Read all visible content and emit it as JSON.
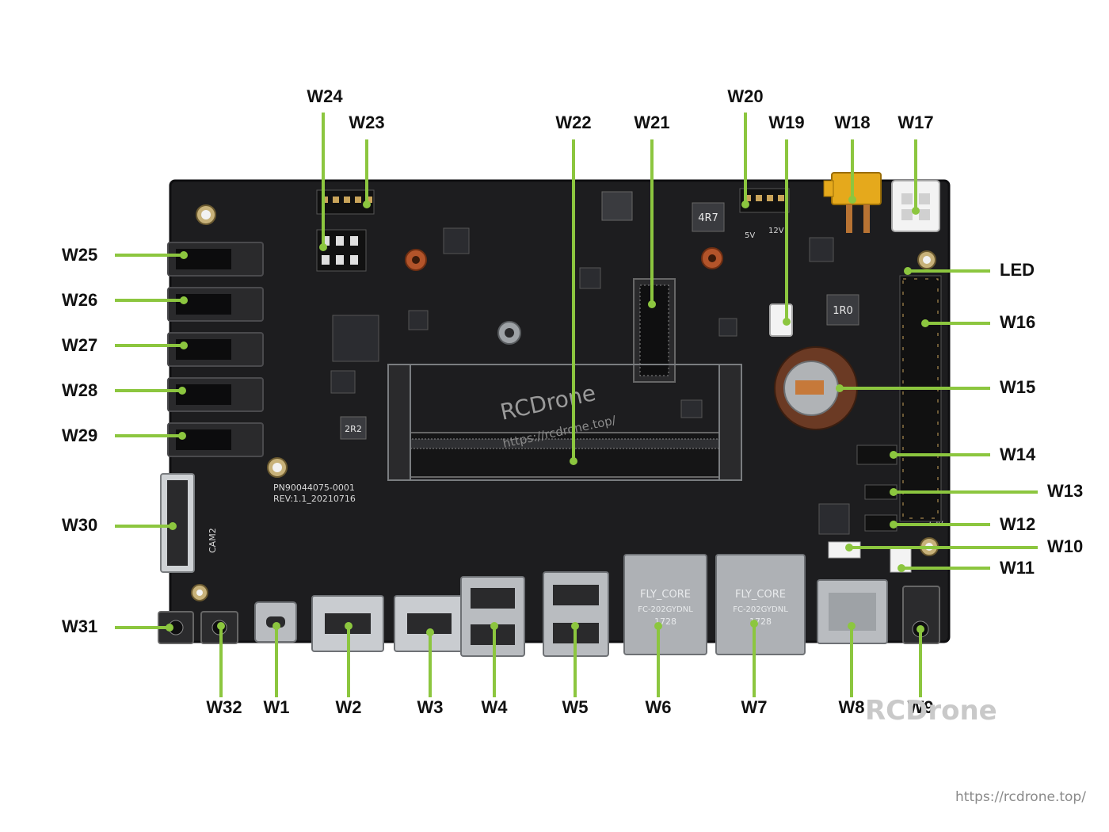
{
  "colors": {
    "leader": "#8cc63f",
    "board": "#1d1d1f",
    "board_edge": "#0e0e10",
    "connector": "#2a2a2c",
    "metal": "#b9bcc0",
    "text": "#111111"
  },
  "board_markings": {
    "part_number": "PN90044075-0001",
    "revision": "REV:1.1_20210716",
    "cam_label": "CAM2",
    "inductor_4r7": "4R7",
    "inductor_2r2": "2R2",
    "inductor_1r0": "1R0",
    "voltage_5v": "5V",
    "voltage_12v": "12V",
    "voltage_5v_header": "5V",
    "voltage_3v3": "3.3V",
    "rj45_brand_left": "FLY_CORE",
    "rj45_model_left": "FC-202GYDNL",
    "rj45_code_left": "1728",
    "rj45_brand_right": "FLY_CORE",
    "rj45_model_right": "FC-202GYDNL",
    "rj45_code_right": "1728",
    "silk_watermark": "RCDrone",
    "silk_watermark_url": "https://rcdrone.top/"
  },
  "watermark": "RCDrone",
  "footer_url": "https://rcdrone.top/",
  "callouts": [
    {
      "id": "W1",
      "label": "W1"
    },
    {
      "id": "W2",
      "label": "W2"
    },
    {
      "id": "W3",
      "label": "W3"
    },
    {
      "id": "W4",
      "label": "W4"
    },
    {
      "id": "W5",
      "label": "W5"
    },
    {
      "id": "W6",
      "label": "W6"
    },
    {
      "id": "W7",
      "label": "W7"
    },
    {
      "id": "W8",
      "label": "W8"
    },
    {
      "id": "W9",
      "label": "W9"
    },
    {
      "id": "W10",
      "label": "W10"
    },
    {
      "id": "W11",
      "label": "W11"
    },
    {
      "id": "W12",
      "label": "W12"
    },
    {
      "id": "W13",
      "label": "W13"
    },
    {
      "id": "W14",
      "label": "W14"
    },
    {
      "id": "W15",
      "label": "W15"
    },
    {
      "id": "W16",
      "label": "W16"
    },
    {
      "id": "LED",
      "label": "LED"
    },
    {
      "id": "W17",
      "label": "W17"
    },
    {
      "id": "W18",
      "label": "W18"
    },
    {
      "id": "W19",
      "label": "W19"
    },
    {
      "id": "W20",
      "label": "W20"
    },
    {
      "id": "W21",
      "label": "W21"
    },
    {
      "id": "W22",
      "label": "W22"
    },
    {
      "id": "W23",
      "label": "W23"
    },
    {
      "id": "W24",
      "label": "W24"
    },
    {
      "id": "W25",
      "label": "W25"
    },
    {
      "id": "W26",
      "label": "W26"
    },
    {
      "id": "W27",
      "label": "W27"
    },
    {
      "id": "W28",
      "label": "W28"
    },
    {
      "id": "W29",
      "label": "W29"
    },
    {
      "id": "W30",
      "label": "W30"
    },
    {
      "id": "W31",
      "label": "W31"
    },
    {
      "id": "W32",
      "label": "W32"
    }
  ]
}
